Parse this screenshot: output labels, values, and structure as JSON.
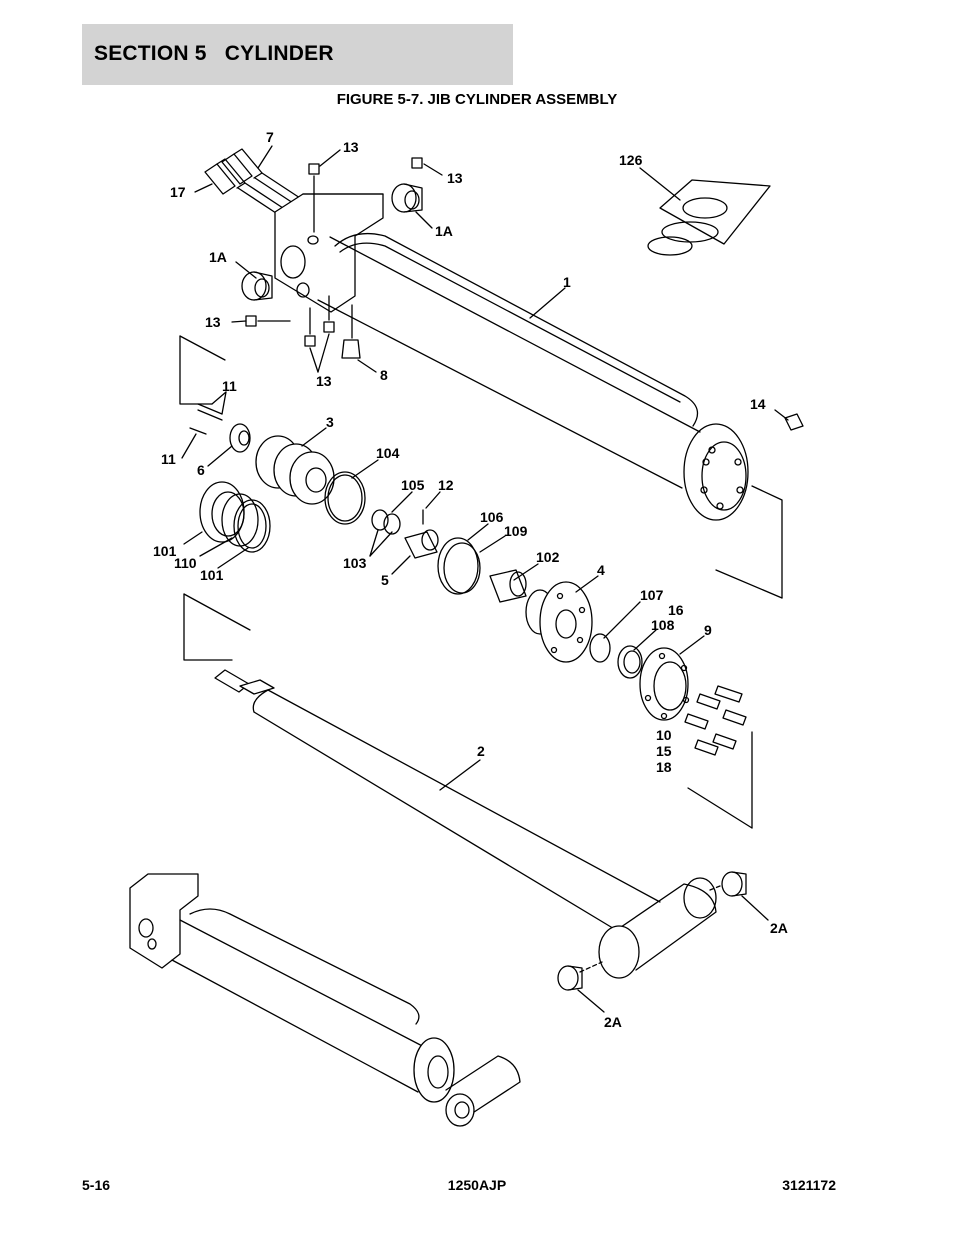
{
  "header": {
    "section": "SECTION 5   CYLINDER",
    "figure_title": "FIGURE 5-7. JIB CYLINDER ASSEMBLY"
  },
  "callouts": [
    "7",
    "13",
    "13",
    "126",
    "17",
    "1A",
    "1A",
    "1",
    "13",
    "13",
    "8",
    "14",
    "11",
    "3",
    "11",
    "6",
    "104",
    "105",
    "12",
    "106",
    "109",
    "101",
    "110",
    "101",
    "103",
    "5",
    "102",
    "4",
    "107",
    "16",
    "108",
    "9",
    "10",
    "15",
    "18",
    "2",
    "2A",
    "2A"
  ],
  "footer": {
    "page_number": "5-16",
    "model": "1250AJP",
    "document_number": "3121172"
  }
}
